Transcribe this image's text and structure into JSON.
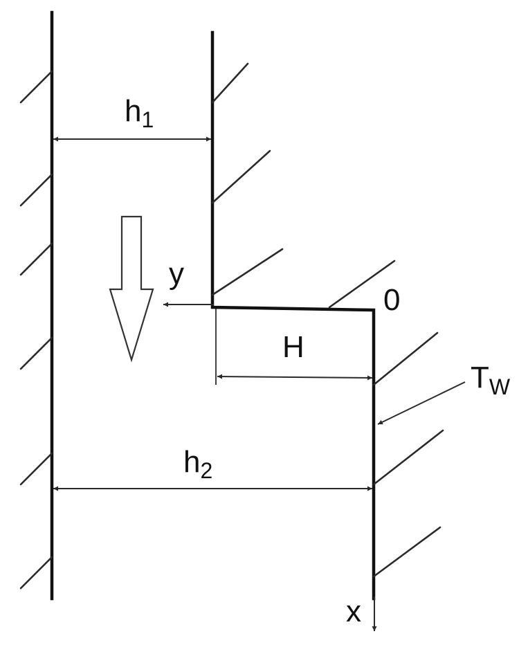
{
  "labels": {
    "h1_main": "h",
    "h1_sub": "1",
    "h2_main": "h",
    "h2_sub": "2",
    "step_height": "H",
    "axis_y": "y",
    "axis_x": "x",
    "origin": "0",
    "wall_temp_main": "T",
    "wall_temp_sub": "W"
  }
}
